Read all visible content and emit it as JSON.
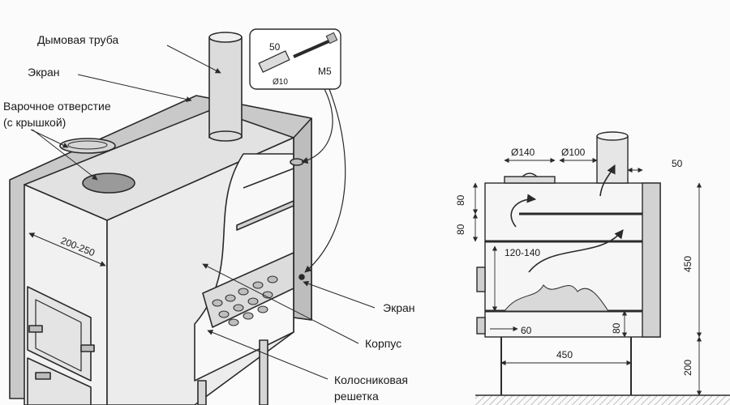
{
  "labels": {
    "chimney": "Дымовая труба",
    "screen_top": "Экран",
    "cooking_hole_1": "Варочное отверстие",
    "cooking_hole_2": "(с крышкой)",
    "screen_right": "Экран",
    "body": "Корпус",
    "grate_1": "Колосниковая",
    "grate_2": "решетка"
  },
  "dimensions": {
    "iso_width": "200-250",
    "bolt_len": "50",
    "bolt_dia": "Ø10",
    "bolt_thread": "M5",
    "d140": "Ø140",
    "d100": "Ø100",
    "d50": "50",
    "d80a": "80",
    "d80b": "80",
    "d120": "120-140",
    "d450h": "450",
    "d60": "60",
    "d80c": "80",
    "d450w": "450",
    "d200": "200"
  },
  "colors": {
    "line": "#2a2a2a",
    "screen_fill": "#c9c9c9",
    "body_fill": "#ececec",
    "hatch": "#9a9a9a"
  }
}
